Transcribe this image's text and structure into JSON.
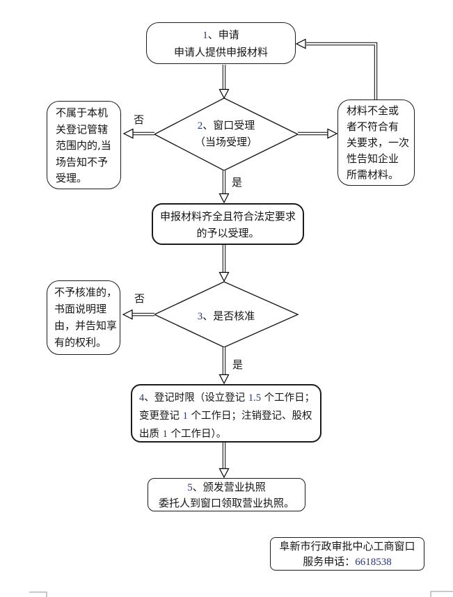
{
  "colors": {
    "line": "#000000",
    "text": "#141414",
    "number_accent": "#24357C",
    "boundary_mark": "#a9a9a9",
    "background": "#ffffff"
  },
  "flowchart": {
    "step1": {
      "number": "1",
      "title": "、申请",
      "subtitle": "申请人提供申报材料"
    },
    "decision2": {
      "number": "2",
      "title": "、窗口受理",
      "subtitle": "（当场受理）"
    },
    "labels": {
      "no2": "否",
      "yes2": "是",
      "no3": "否",
      "yes3": "是"
    },
    "reject2": {
      "lines": [
        "不属于本机",
        "关登记管辖",
        "范围内的,当",
        "场告知不予",
        "受理。"
      ]
    },
    "notice2": {
      "lines": [
        "材料不全或",
        "者不符合有",
        "关要求，一次",
        "性告知企业",
        "所需材料。"
      ]
    },
    "accept": {
      "lines": [
        "申报材料齐全且符合法定要求",
        "的予以受理。"
      ]
    },
    "decision3": {
      "number": "3",
      "title": "、是否核准"
    },
    "reject3": {
      "lines": [
        "不予核准的，",
        "书面说明理",
        "由，并告知享",
        "有的权利。"
      ]
    },
    "step4": {
      "line1": {
        "s0": "4",
        "s1": "、登记时限（设立登记 ",
        "s2": "1.5",
        "s3": " 个工作日；"
      },
      "line2": {
        "s0": "变更登记 ",
        "s1": "1",
        "s2": " 个工作日；注销登记、股权"
      },
      "line3": {
        "s0": "出质 ",
        "s1": "1",
        "s2": " 个工作日）。"
      }
    },
    "step5": {
      "number": "5",
      "title": "、颁发营业执照",
      "subtitle": "委托人到窗口领取营业执照。"
    },
    "contact": {
      "line1": "阜新市行政审批中心工商窗口",
      "phone_label": "服务申话：",
      "phone_number": "6618538"
    }
  }
}
